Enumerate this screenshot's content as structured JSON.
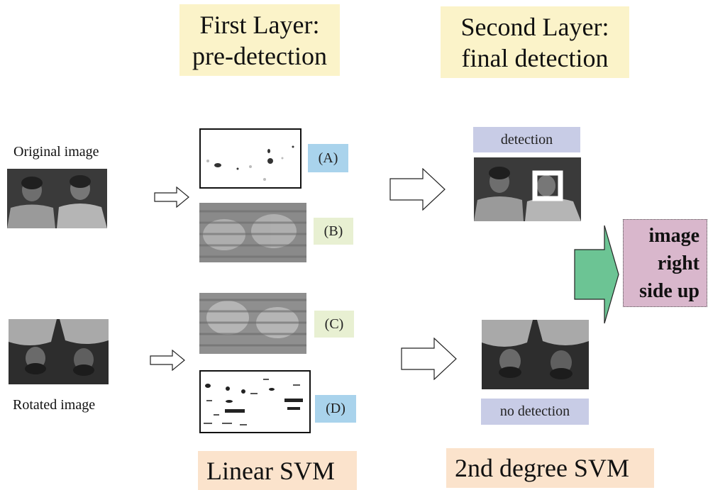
{
  "headers": {
    "first_layer_line1": "First Layer:",
    "first_layer_line2": "pre-detection",
    "second_layer_line1": "Second Layer:",
    "second_layer_line2": "final detection"
  },
  "labels": {
    "original_image": "Original image",
    "rotated_image": "Rotated image"
  },
  "tags": {
    "a": "(A)",
    "b": "(B)",
    "c": "(C)",
    "d": "(D)",
    "detection": "detection",
    "no_detection": "no detection"
  },
  "result": {
    "line1": "image",
    "line2": "right",
    "line3": "side up"
  },
  "footers": {
    "linear_svm": "Linear SVM",
    "second_degree_svm": "2nd degree SVM"
  },
  "colors": {
    "header_bg": "#fbf3c9",
    "footer_bg": "#fbe3cc",
    "tag_blue": "#a9d3ec",
    "tag_green": "#e8f0d2",
    "tag_lavender": "#c8cce6",
    "result_bg": "#d9b7cc",
    "green_arrow": "#6cc494"
  }
}
